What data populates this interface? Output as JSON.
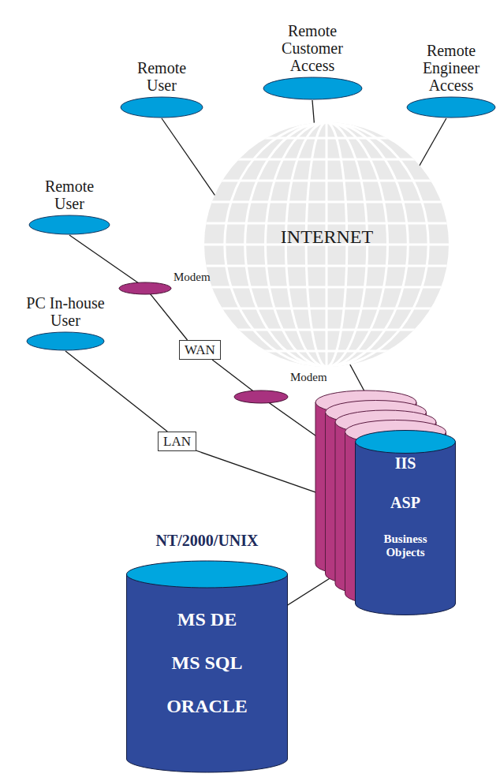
{
  "diagram": {
    "nodes": [
      {
        "text": [
          "Remote User"
        ]
      },
      {
        "text": [
          "Remote Customer Access"
        ]
      },
      {
        "text": [
          "Remote Engineer Access"
        ]
      },
      {
        "text": [
          "INTERNET"
        ]
      },
      {
        "text": [
          "Remote User"
        ]
      },
      {
        "text": [
          "Modem"
        ]
      },
      {
        "text": [
          "WAN"
        ]
      },
      {
        "text": [
          "Modem"
        ]
      },
      {
        "text": [
          "PC In-house User"
        ]
      },
      {
        "text": [
          "LAN"
        ]
      },
      {
        "text": [
          "IIS",
          "ASP",
          "Business Objects"
        ]
      },
      {
        "text": [
          "NT/2000/UNIX",
          "MS DE",
          "MS SQL",
          "ORACLE"
        ]
      }
    ],
    "edges": [
      {
        "from": 0,
        "to": 3,
        "arrow": "none"
      },
      {
        "from": 1,
        "to": 3,
        "arrow": "none"
      },
      {
        "from": 2,
        "to": 3,
        "arrow": "none"
      },
      {
        "from": 3,
        "to": 10,
        "arrow": "none"
      },
      {
        "from": 4,
        "to": 5,
        "arrow": "none"
      },
      {
        "from": 5,
        "to": 6,
        "arrow": "none"
      },
      {
        "from": 6,
        "to": 7,
        "arrow": "none"
      },
      {
        "from": 7,
        "to": 10,
        "arrow": "none"
      },
      {
        "from": 8,
        "to": 9,
        "arrow": "none"
      },
      {
        "from": 9,
        "to": 10,
        "arrow": "none"
      },
      {
        "from": 11,
        "to": 10,
        "arrow": "none"
      }
    ]
  }
}
